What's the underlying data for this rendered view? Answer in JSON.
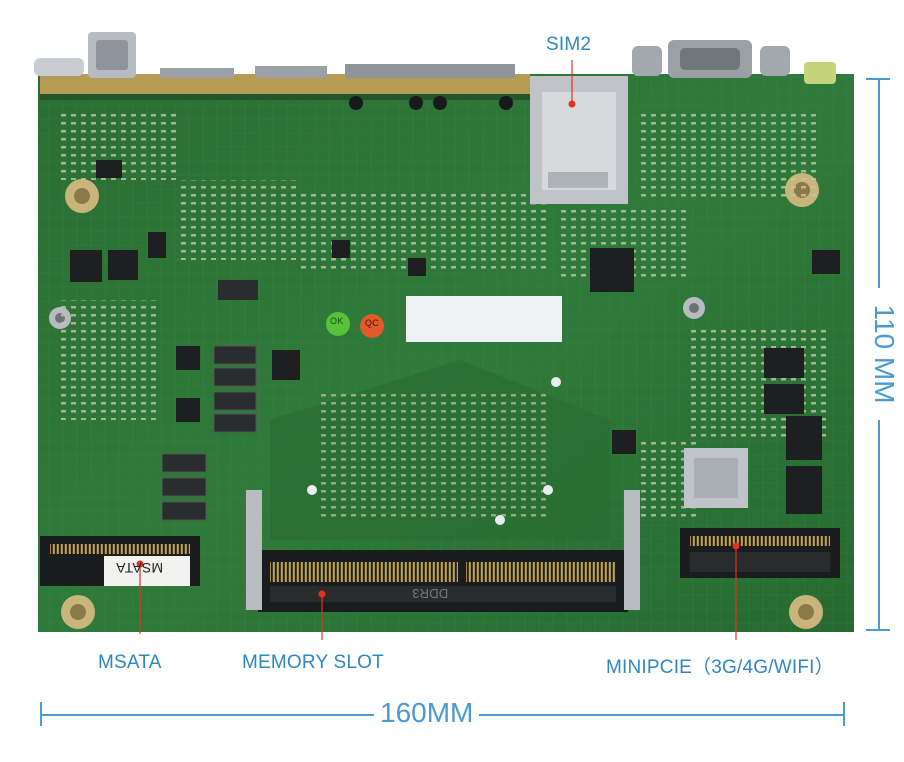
{
  "labels": {
    "sim2": "SIM2",
    "msata": "MSATA",
    "memory_slot": "MEMORY SLOT",
    "minipcie": "MINIPCIE（3G/4G/WIFI）"
  },
  "dimensions": {
    "width": "160MM",
    "height": "110 MM"
  },
  "board_markings": {
    "memory_silk": "DDR3",
    "msata_silk": "MSATA",
    "sticker_ok": "OK",
    "sticker_red": "QC"
  },
  "colors": {
    "pcb_green": "#2f7a3a",
    "pcb_dark": "#1f5a2a",
    "accent_blue": "#2f86c4",
    "dimension_blue": "#4c9ad0"
  }
}
